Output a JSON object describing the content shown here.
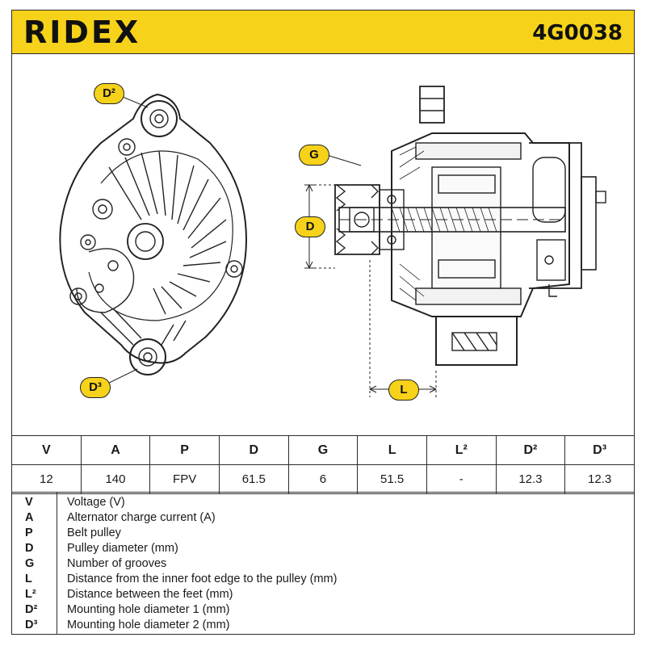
{
  "brand": "RIDEX",
  "part_number": "4G0038",
  "labels": {
    "d2": "D²",
    "d3": "D³",
    "g": "G",
    "d": "D",
    "l": "L"
  },
  "spec_table": {
    "headers": [
      "V",
      "A",
      "P",
      "D",
      "G",
      "L",
      "L²",
      "D²",
      "D³"
    ],
    "values": [
      "12",
      "140",
      "FPV",
      "61.5",
      "6",
      "51.5",
      "-",
      "12.3",
      "12.3"
    ]
  },
  "legend": [
    {
      "code": "V",
      "desc": "Voltage (V)"
    },
    {
      "code": "A",
      "desc": "Alternator charge current (A)"
    },
    {
      "code": "P",
      "desc": "Belt pulley"
    },
    {
      "code": "D",
      "desc": "Pulley diameter (mm)"
    },
    {
      "code": "G",
      "desc": "Number of grooves"
    },
    {
      "code": "L",
      "desc": "Distance from the inner foot edge to the pulley (mm)"
    },
    {
      "code": "L²",
      "desc": "Distance between the feet (mm)"
    },
    {
      "code": "D²",
      "desc": "Mounting hole diameter 1 (mm)"
    },
    {
      "code": "D³",
      "desc": "Mounting hole diameter 2 (mm)"
    }
  ],
  "colors": {
    "header_bg": "#f7d21a",
    "line": "#2b2b2b"
  }
}
